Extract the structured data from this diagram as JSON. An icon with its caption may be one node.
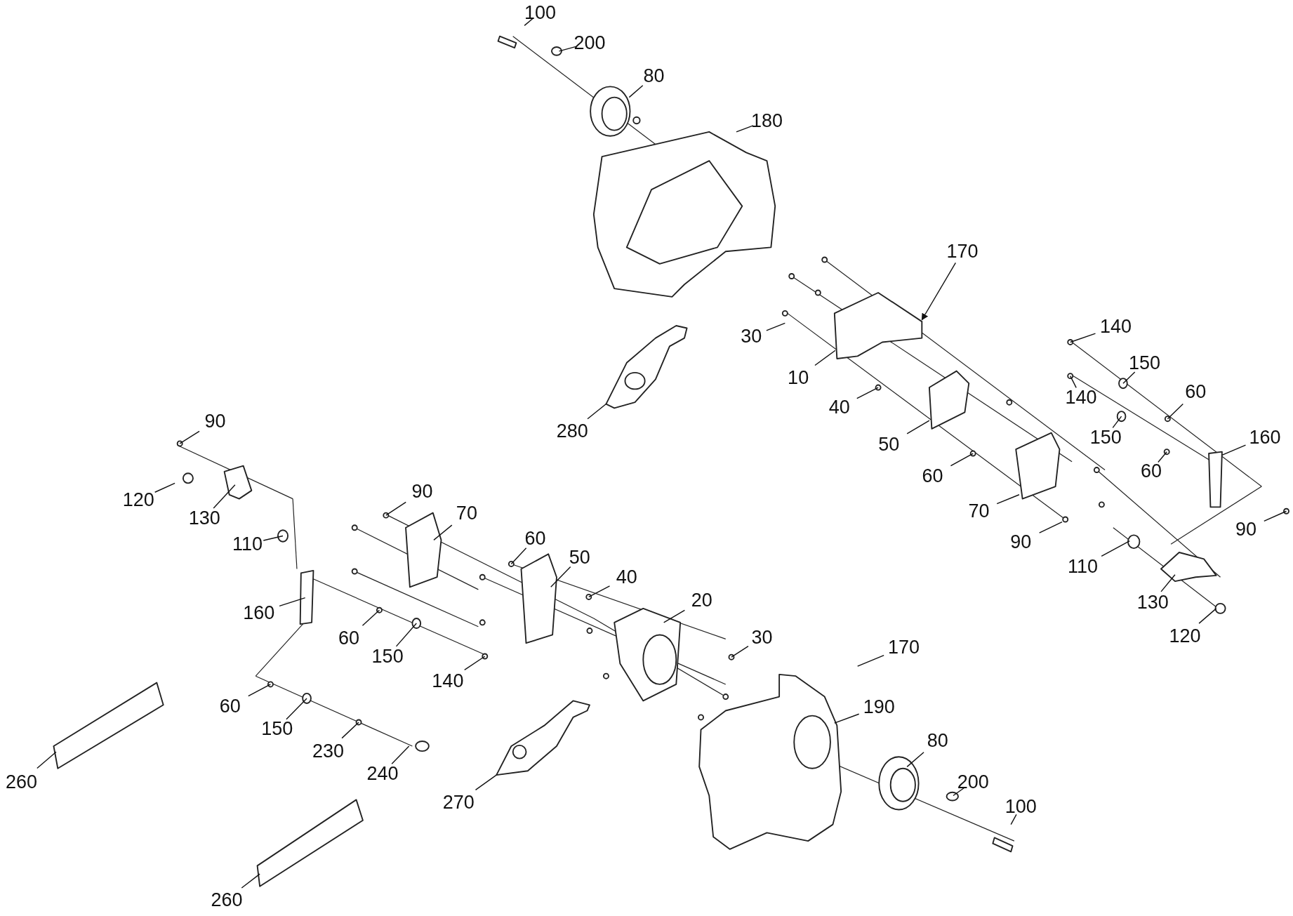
{
  "diagram": {
    "nodes": [
      {
        "text": [
          "100"
        ]
      },
      {
        "text": [
          "200"
        ]
      },
      {
        "text": [
          "80"
        ]
      },
      {
        "text": [
          "180"
        ]
      },
      {
        "text": [
          "170"
        ]
      },
      {
        "text": [
          "30"
        ]
      },
      {
        "text": [
          "10"
        ]
      },
      {
        "text": [
          "40"
        ]
      },
      {
        "text": [
          "280"
        ]
      },
      {
        "text": [
          "50"
        ]
      },
      {
        "text": [
          "60"
        ]
      },
      {
        "text": [
          "70"
        ]
      },
      {
        "text": [
          "90"
        ]
      },
      {
        "text": [
          "110"
        ]
      },
      {
        "text": [
          "130"
        ]
      },
      {
        "text": [
          "120"
        ]
      },
      {
        "text": [
          "140"
        ]
      },
      {
        "text": [
          "150"
        ]
      },
      {
        "text": [
          "60"
        ]
      },
      {
        "text": [
          "140"
        ]
      },
      {
        "text": [
          "150"
        ]
      },
      {
        "text": [
          "160"
        ]
      },
      {
        "text": [
          "60"
        ]
      },
      {
        "text": [
          "90"
        ]
      },
      {
        "text": [
          "90"
        ]
      },
      {
        "text": [
          "120"
        ]
      },
      {
        "text": [
          "130"
        ]
      },
      {
        "text": [
          "110"
        ]
      },
      {
        "text": [
          "90"
        ]
      },
      {
        "text": [
          "70"
        ]
      },
      {
        "text": [
          "60"
        ]
      },
      {
        "text": [
          "50"
        ]
      },
      {
        "text": [
          "40"
        ]
      },
      {
        "text": [
          "20"
        ]
      },
      {
        "text": [
          "30"
        ]
      },
      {
        "text": [
          "170"
        ]
      },
      {
        "text": [
          "160"
        ]
      },
      {
        "text": [
          "60"
        ]
      },
      {
        "text": [
          "150"
        ]
      },
      {
        "text": [
          "140"
        ]
      },
      {
        "text": [
          "190"
        ]
      },
      {
        "text": [
          "80"
        ]
      },
      {
        "text": [
          "200"
        ]
      },
      {
        "text": [
          "100"
        ]
      },
      {
        "text": [
          "60"
        ]
      },
      {
        "text": [
          "150"
        ]
      },
      {
        "text": [
          "230"
        ]
      },
      {
        "text": [
          "240"
        ]
      },
      {
        "text": [
          "270"
        ]
      },
      {
        "text": [
          "260"
        ]
      },
      {
        "text": [
          "260"
        ]
      }
    ],
    "edges": [
      {
        "from": 0,
        "to": null,
        "arrow": "none"
      },
      {
        "from": 1,
        "to": null,
        "arrow": "none"
      },
      {
        "from": 2,
        "to": null,
        "arrow": "none"
      },
      {
        "from": 3,
        "to": null,
        "arrow": "none"
      },
      {
        "from": 4,
        "to": null,
        "arrow": "to"
      },
      {
        "from": 5,
        "to": null,
        "arrow": "none"
      },
      {
        "from": 6,
        "to": null,
        "arrow": "none"
      },
      {
        "from": 7,
        "to": null,
        "arrow": "none"
      },
      {
        "from": 8,
        "to": null,
        "arrow": "none"
      },
      {
        "from": 9,
        "to": null,
        "arrow": "none"
      },
      {
        "from": 10,
        "to": null,
        "arrow": "none"
      },
      {
        "from": 11,
        "to": null,
        "arrow": "none"
      },
      {
        "from": 12,
        "to": null,
        "arrow": "none"
      },
      {
        "from": 13,
        "to": null,
        "arrow": "none"
      },
      {
        "from": 14,
        "to": null,
        "arrow": "none"
      },
      {
        "from": 15,
        "to": null,
        "arrow": "none"
      },
      {
        "from": 16,
        "to": null,
        "arrow": "none"
      },
      {
        "from": 17,
        "to": null,
        "arrow": "none"
      },
      {
        "from": 18,
        "to": null,
        "arrow": "none"
      },
      {
        "from": 19,
        "to": null,
        "arrow": "none"
      },
      {
        "from": 20,
        "to": null,
        "arrow": "none"
      },
      {
        "from": 21,
        "to": null,
        "arrow": "none"
      },
      {
        "from": 22,
        "to": null,
        "arrow": "none"
      },
      {
        "from": 23,
        "to": null,
        "arrow": "none"
      },
      {
        "from": 24,
        "to": null,
        "arrow": "none"
      },
      {
        "from": 25,
        "to": null,
        "arrow": "none"
      },
      {
        "from": 26,
        "to": null,
        "arrow": "none"
      },
      {
        "from": 27,
        "to": null,
        "arrow": "none"
      },
      {
        "from": 28,
        "to": null,
        "arrow": "none"
      },
      {
        "from": 29,
        "to": null,
        "arrow": "none"
      },
      {
        "from": 30,
        "to": null,
        "arrow": "none"
      },
      {
        "from": 31,
        "to": null,
        "arrow": "none"
      },
      {
        "from": 32,
        "to": null,
        "arrow": "none"
      },
      {
        "from": 33,
        "to": null,
        "arrow": "none"
      },
      {
        "from": 34,
        "to": null,
        "arrow": "none"
      },
      {
        "from": 35,
        "to": null,
        "arrow": "none"
      },
      {
        "from": 36,
        "to": null,
        "arrow": "none"
      },
      {
        "from": 37,
        "to": null,
        "arrow": "none"
      },
      {
        "from": 38,
        "to": null,
        "arrow": "none"
      },
      {
        "from": 39,
        "to": null,
        "arrow": "none"
      },
      {
        "from": 40,
        "to": null,
        "arrow": "none"
      },
      {
        "from": 41,
        "to": null,
        "arrow": "none"
      },
      {
        "from": 42,
        "to": null,
        "arrow": "none"
      },
      {
        "from": 43,
        "to": null,
        "arrow": "none"
      },
      {
        "from": 44,
        "to": null,
        "arrow": "none"
      },
      {
        "from": 45,
        "to": null,
        "arrow": "none"
      },
      {
        "from": 46,
        "to": null,
        "arrow": "none"
      },
      {
        "from": 47,
        "to": null,
        "arrow": "none"
      },
      {
        "from": 48,
        "to": null,
        "arrow": "none"
      },
      {
        "from": 49,
        "to": null,
        "arrow": "none"
      },
      {
        "from": 50,
        "to": null,
        "arrow": "none"
      }
    ]
  }
}
